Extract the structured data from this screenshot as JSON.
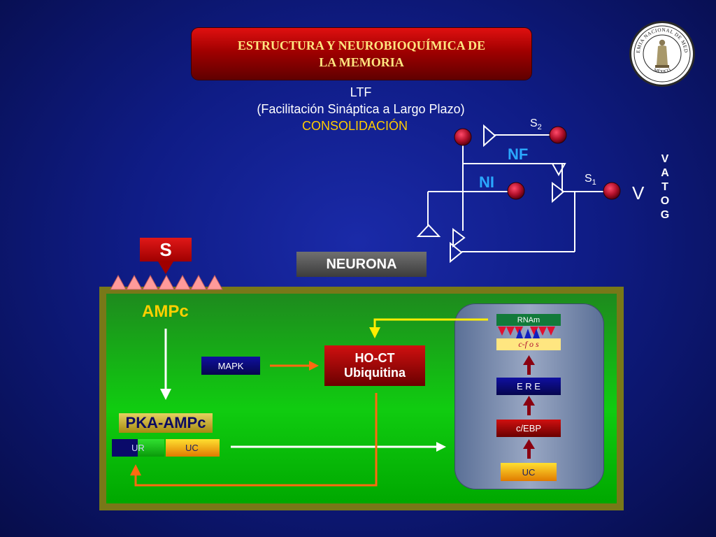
{
  "header": {
    "title_line1": "ESTRUCTURA Y NEUROBIOQUÍMICA DE",
    "title_line2": "LA MEMORIA"
  },
  "seal": {
    "name": "ACADEMIA NACIONAL DE MEDICINA",
    "country": "MÉXICO"
  },
  "subtitle": {
    "line1": "LTF",
    "line2": "(Facilitación Sináptica a Largo Plazo)",
    "line3": "CONSOLIDACIÓN"
  },
  "circuit": {
    "s2_main": "S",
    "s2_sub": "2",
    "s1_main": "S",
    "s1_sub": "1",
    "nf": "NF",
    "ni": "NI",
    "v": "V",
    "vatog": [
      "V",
      "A",
      "T",
      "O",
      "G"
    ]
  },
  "labels": {
    "s": "S",
    "neurona": "NEURONA",
    "ampc": "AMPc",
    "pka": "PKA-AMPc",
    "ur": "UR",
    "uc_pka": "UC",
    "mapk": "MAPK",
    "hoct_line1": "HO-CT",
    "hoct_line2": "Ubiquitina"
  },
  "nucleus": {
    "rnam": "RNAm",
    "cfos": "c-f o s",
    "ere": "E R E",
    "cebp": "c/EBP",
    "uc": "UC"
  },
  "colors": {
    "background": "#0f1c86",
    "title_text": "#ffe680",
    "nf_ni": "#2aa8ff",
    "ampc": "#ffd000",
    "arrow_orange": "#ff6a10",
    "arrow_yellow": "#ffee00",
    "arrow_dark_red": "#8a0010",
    "cell_green": "#10cc10",
    "membrane_receptor": "#ff9a9a"
  }
}
